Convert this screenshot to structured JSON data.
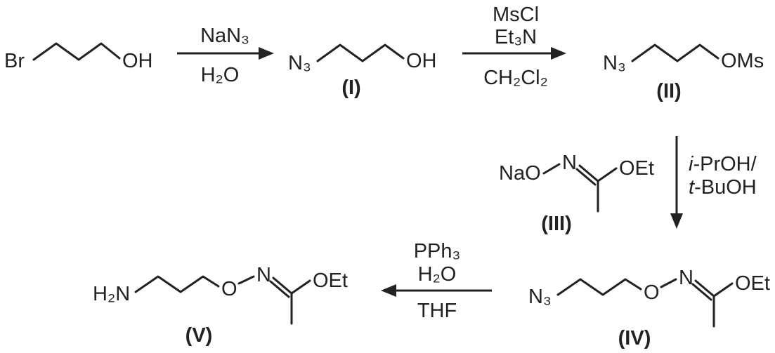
{
  "page": {
    "background": "#ffffff",
    "ink": "#222222"
  },
  "scheme": {
    "compounds": {
      "start": {
        "left": "Br",
        "right": "OH"
      },
      "cI": {
        "left": "N₃",
        "right": "OH",
        "label": "(I)"
      },
      "cII": {
        "left": "N₃",
        "right": "OMs",
        "label": "(II)"
      },
      "cIII": {
        "left": "NaO",
        "n": "N",
        "oet": "OEt",
        "label": "(III)"
      },
      "cIV": {
        "left": "N₃",
        "o": "O",
        "n": "N",
        "oet": "OEt",
        "label": "(IV)"
      },
      "cV": {
        "left": "H₂N",
        "o": "O",
        "n": "N",
        "oet": "OEt",
        "label": "(V)"
      }
    },
    "steps": {
      "s1": {
        "above": "NaN₃",
        "below": "H₂O"
      },
      "s2": {
        "above1": "MsCl",
        "above2": "Et₃N",
        "below": "CH₂Cl₂"
      },
      "s3": {
        "l1a": "i",
        "l1b": "-PrOH/",
        "l2a": "t",
        "l2b": "-BuOH"
      },
      "s4": {
        "above1": "PPh₃",
        "above2": "H₂O",
        "below": "THF"
      }
    }
  }
}
